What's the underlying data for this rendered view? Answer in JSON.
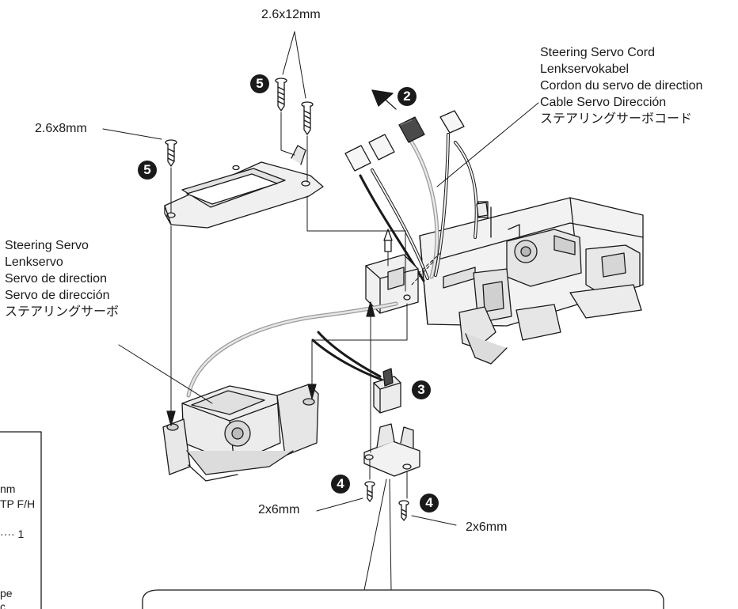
{
  "colors": {
    "ink": "#1a1a1a",
    "part_fill": "#ededed",
    "part_mid": "#cfcfcf",
    "part_dark": "#4a4a4a",
    "paper": "#ffffff"
  },
  "screw_labels": {
    "top": "2.6x12mm",
    "left": "2.6x8mm",
    "bottom_left": "2x6mm",
    "bottom_right": "2x6mm"
  },
  "steps": {
    "s2": "2",
    "s3": "3",
    "s4a": "4",
    "s4b": "4",
    "s5a": "5",
    "s5b": "5"
  },
  "cord_label": [
    "Steering Servo Cord",
    "Lenkservokabel",
    "Cordon du servo de direction",
    "Cable Servo Dirección",
    "ステアリングサーボコード"
  ],
  "servo_label": [
    "Steering Servo",
    "Lenkservo",
    "Servo de direction",
    "Servo de dirección",
    "ステアリングサーボ"
  ],
  "left_box_fragments": [
    "nm",
    "TP F/H",
    "···· 1",
    "pe",
    "c"
  ]
}
